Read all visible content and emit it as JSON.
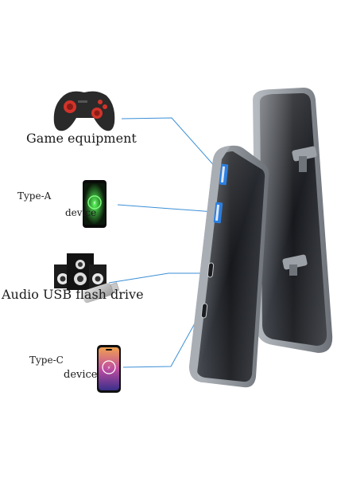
{
  "labels": {
    "game": "Game equipment",
    "type_a": "Type-A",
    "device_1": "device",
    "audio_usb": "Audio USB flash drive",
    "type_c": "Type-C",
    "device_2": "device"
  },
  "icons": {
    "gamepad": "gamepad-icon",
    "phone_a": "smartphone-icon",
    "speakers": "speaker-set-icon",
    "flash_drive": "usb-flash-drive-icon",
    "phone_c": "smartphone-icon",
    "hub": "usb-hub-icon"
  },
  "colors": {
    "connector_line": "#3b8fd6",
    "usb_a_port": "#2d7fe0",
    "hub_body": "#2c2f35",
    "hub_edge": "#8d939b",
    "gamepad_button": "#d2332a",
    "phone_glow": "#3fd34a"
  }
}
